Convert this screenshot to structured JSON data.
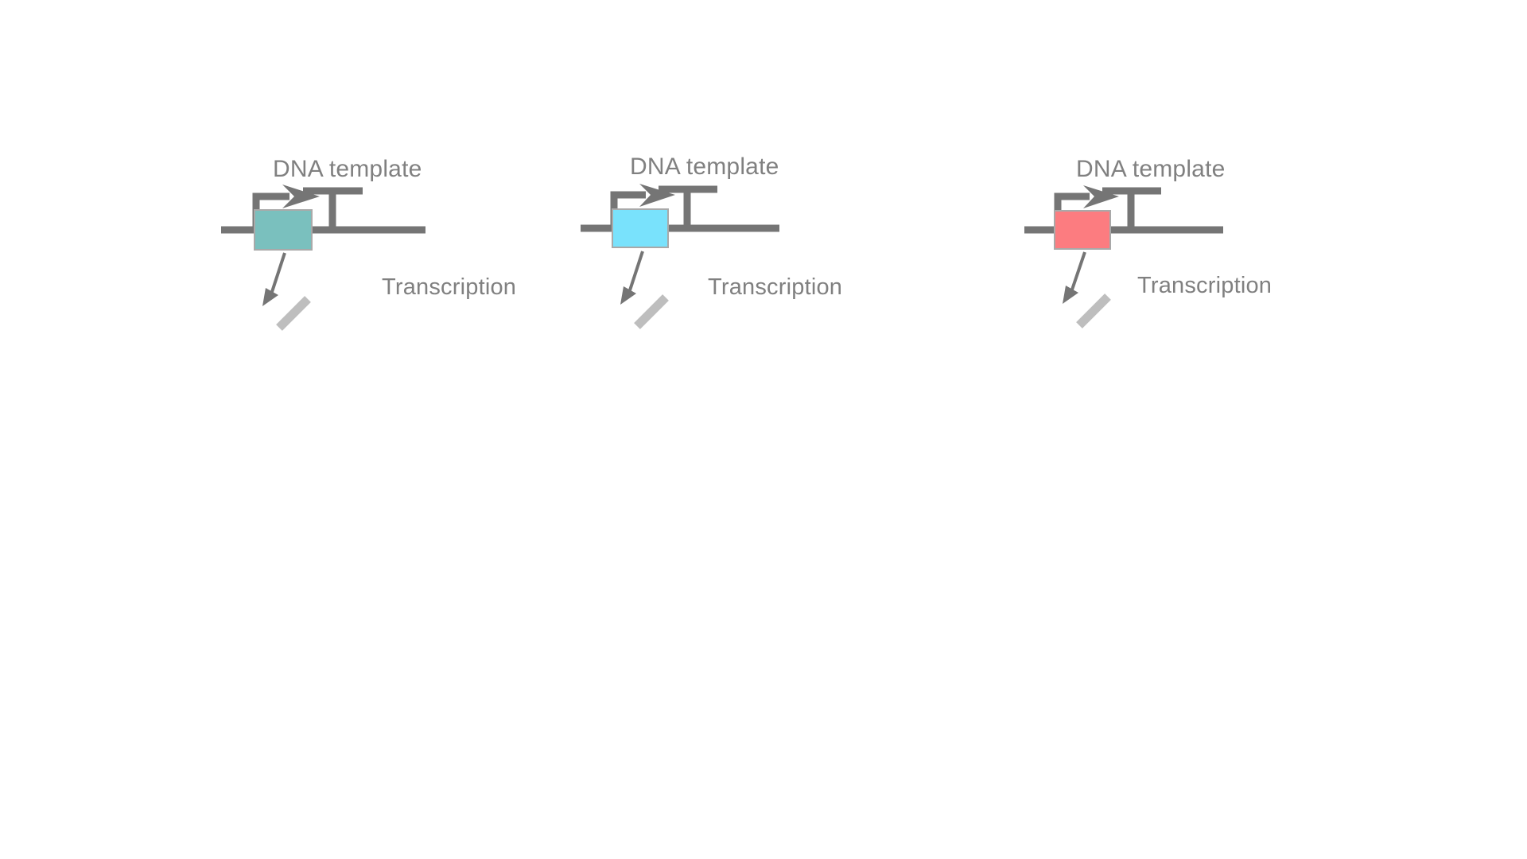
{
  "figure": {
    "background_color": "#ffffff",
    "stroke_color": "#757575",
    "text_color": "#808080",
    "mrna_color": "#bebebe",
    "panel_count": 3
  },
  "panels": [
    {
      "id": "panel-1",
      "dna_template_label": "DNA template",
      "transcription_label": "Transcription",
      "gene_box_color": "#7ac0be",
      "gene_box_name": "gene-cassette-teal",
      "promoter_name": "promoter-arrow",
      "terminator_name": "terminator",
      "mrna_name": "mrna-transcript"
    },
    {
      "id": "panel-2",
      "dna_template_label": "DNA template",
      "transcription_label": "Transcription",
      "gene_box_color": "#79e2fc",
      "gene_box_name": "gene-cassette-cyan",
      "promoter_name": "promoter-arrow",
      "terminator_name": "terminator",
      "mrna_name": "mrna-transcript"
    },
    {
      "id": "panel-3",
      "dna_template_label": "DNA template",
      "transcription_label": "Transcription",
      "gene_box_color": "#fc7c80",
      "gene_box_name": "gene-cassette-salmon",
      "promoter_name": "promoter-arrow",
      "terminator_name": "terminator",
      "mrna_name": "mrna-transcript"
    }
  ]
}
